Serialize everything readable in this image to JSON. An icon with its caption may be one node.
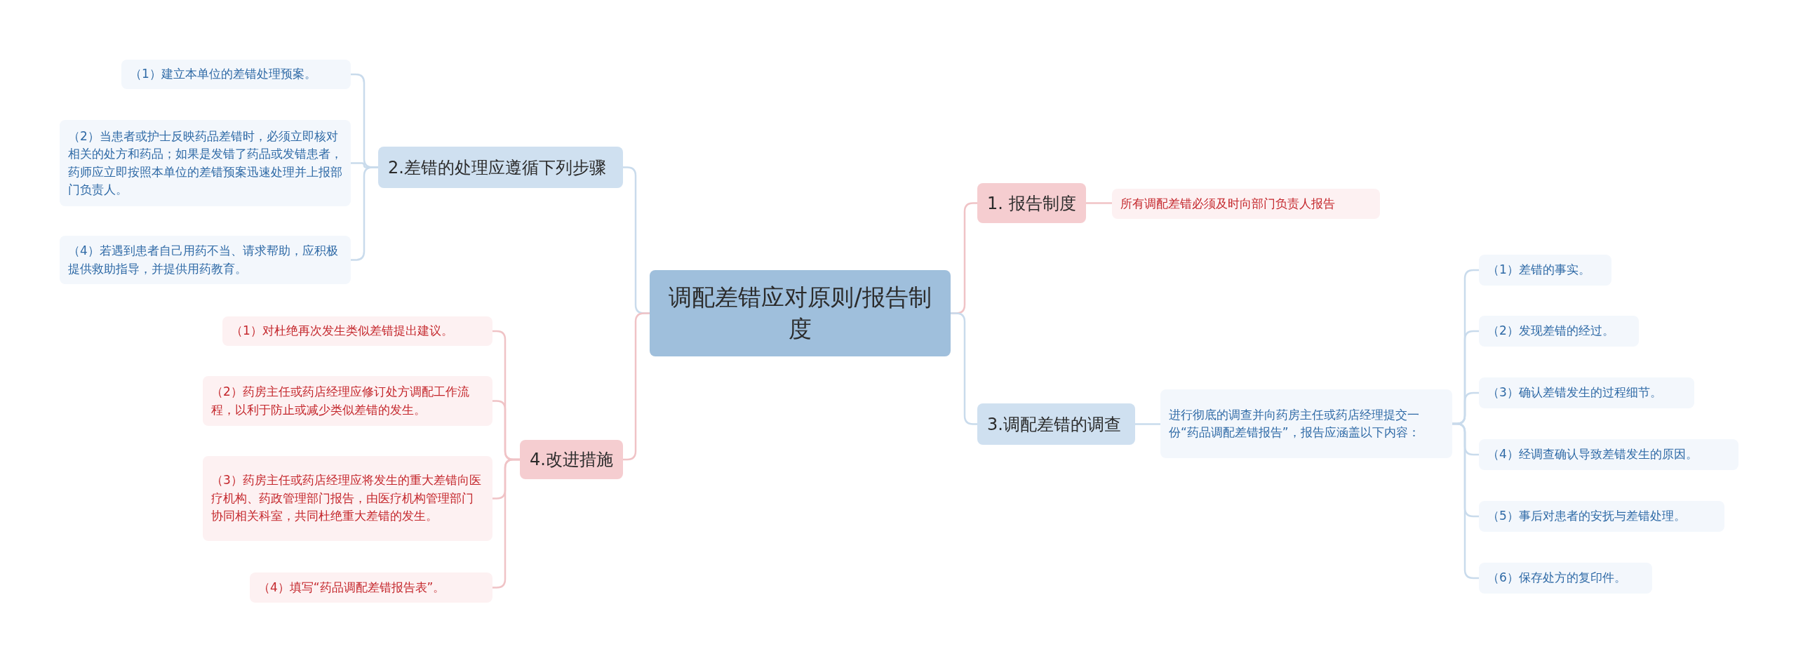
{
  "diagram": {
    "nodes": [
      {
        "text": [
          "调配差错应对原则/报告制度"
        ]
      },
      {
        "text": [
          "1. 报告制度"
        ]
      },
      {
        "text": [
          "所有调配差错必须及时向部门负责人报告"
        ]
      },
      {
        "text": [
          "3.调配差错的调查"
        ]
      },
      {
        "text": [
          "进行彻底的调查并向药房主任或药店经理提交一份“药品调配差错报告”，报告应涵盖以下内容："
        ]
      },
      {
        "text": [
          "（1）差错的事实。"
        ]
      },
      {
        "text": [
          "（2）发现差错的经过。"
        ]
      },
      {
        "text": [
          "（3）确认差错发生的过程细节。"
        ]
      },
      {
        "text": [
          "（4）经调查确认导致差错发生的原因。"
        ]
      },
      {
        "text": [
          "（5）事后对患者的安抚与差错处理。"
        ]
      },
      {
        "text": [
          "（6）保存处方的复印件。"
        ]
      },
      {
        "text": [
          "2.差错的处理应遵循下列步骤"
        ]
      },
      {
        "text": [
          "（1）建立本单位的差错处理预案。"
        ]
      },
      {
        "text": [
          "（2）当患者或护士反映药品差错时，必须立即核对相关的处方和药品；如果是发错了药品或发错患者，药师应立即按照本单位的差错预案迅速处理并上报部门负责人。"
        ]
      },
      {
        "text": [
          "（4）若遇到患者自己用药不当、请求帮助，应积极提供救助指导，并提供用药教育。"
        ]
      },
      {
        "text": [
          "4.改进措施"
        ]
      },
      {
        "text": [
          "（1）对杜绝再次发生类似差错提出建议。"
        ]
      },
      {
        "text": [
          "（2）药房主任或药店经理应修订处方调配工作流程，以利于防止或减少类似差错的发生。"
        ]
      },
      {
        "text": [
          "（3）药房主任或药店经理应将发生的重大差错向医疗机构、药政管理部门报告，由医疗机构管理部门协同相关科室，共同杜绝重大差错的发生。"
        ]
      },
      {
        "text": [
          "（4）填写“药品调配差错报告表”。"
        ]
      }
    ],
    "edges": [
      {
        "from": 0,
        "to": 1,
        "arrow": "none"
      },
      {
        "from": 1,
        "to": 2,
        "arrow": "none"
      },
      {
        "from": 0,
        "to": 3,
        "arrow": "none"
      },
      {
        "from": 3,
        "to": 4,
        "arrow": "none"
      },
      {
        "from": 4,
        "to": 5,
        "arrow": "none"
      },
      {
        "from": 4,
        "to": 6,
        "arrow": "none"
      },
      {
        "from": 4,
        "to": 7,
        "arrow": "none"
      },
      {
        "from": 4,
        "to": 8,
        "arrow": "none"
      },
      {
        "from": 4,
        "to": 9,
        "arrow": "none"
      },
      {
        "from": 4,
        "to": 10,
        "arrow": "none"
      },
      {
        "from": 0,
        "to": 11,
        "arrow": "none"
      },
      {
        "from": 11,
        "to": 12,
        "arrow": "none"
      },
      {
        "from": 11,
        "to": 13,
        "arrow": "none"
      },
      {
        "from": 11,
        "to": 14,
        "arrow": "none"
      },
      {
        "from": 0,
        "to": 15,
        "arrow": "none"
      },
      {
        "from": 15,
        "to": 16,
        "arrow": "none"
      },
      {
        "from": 15,
        "to": 17,
        "arrow": "none"
      },
      {
        "from": 15,
        "to": 18,
        "arrow": "none"
      },
      {
        "from": 15,
        "to": 19,
        "arrow": "none"
      }
    ]
  }
}
